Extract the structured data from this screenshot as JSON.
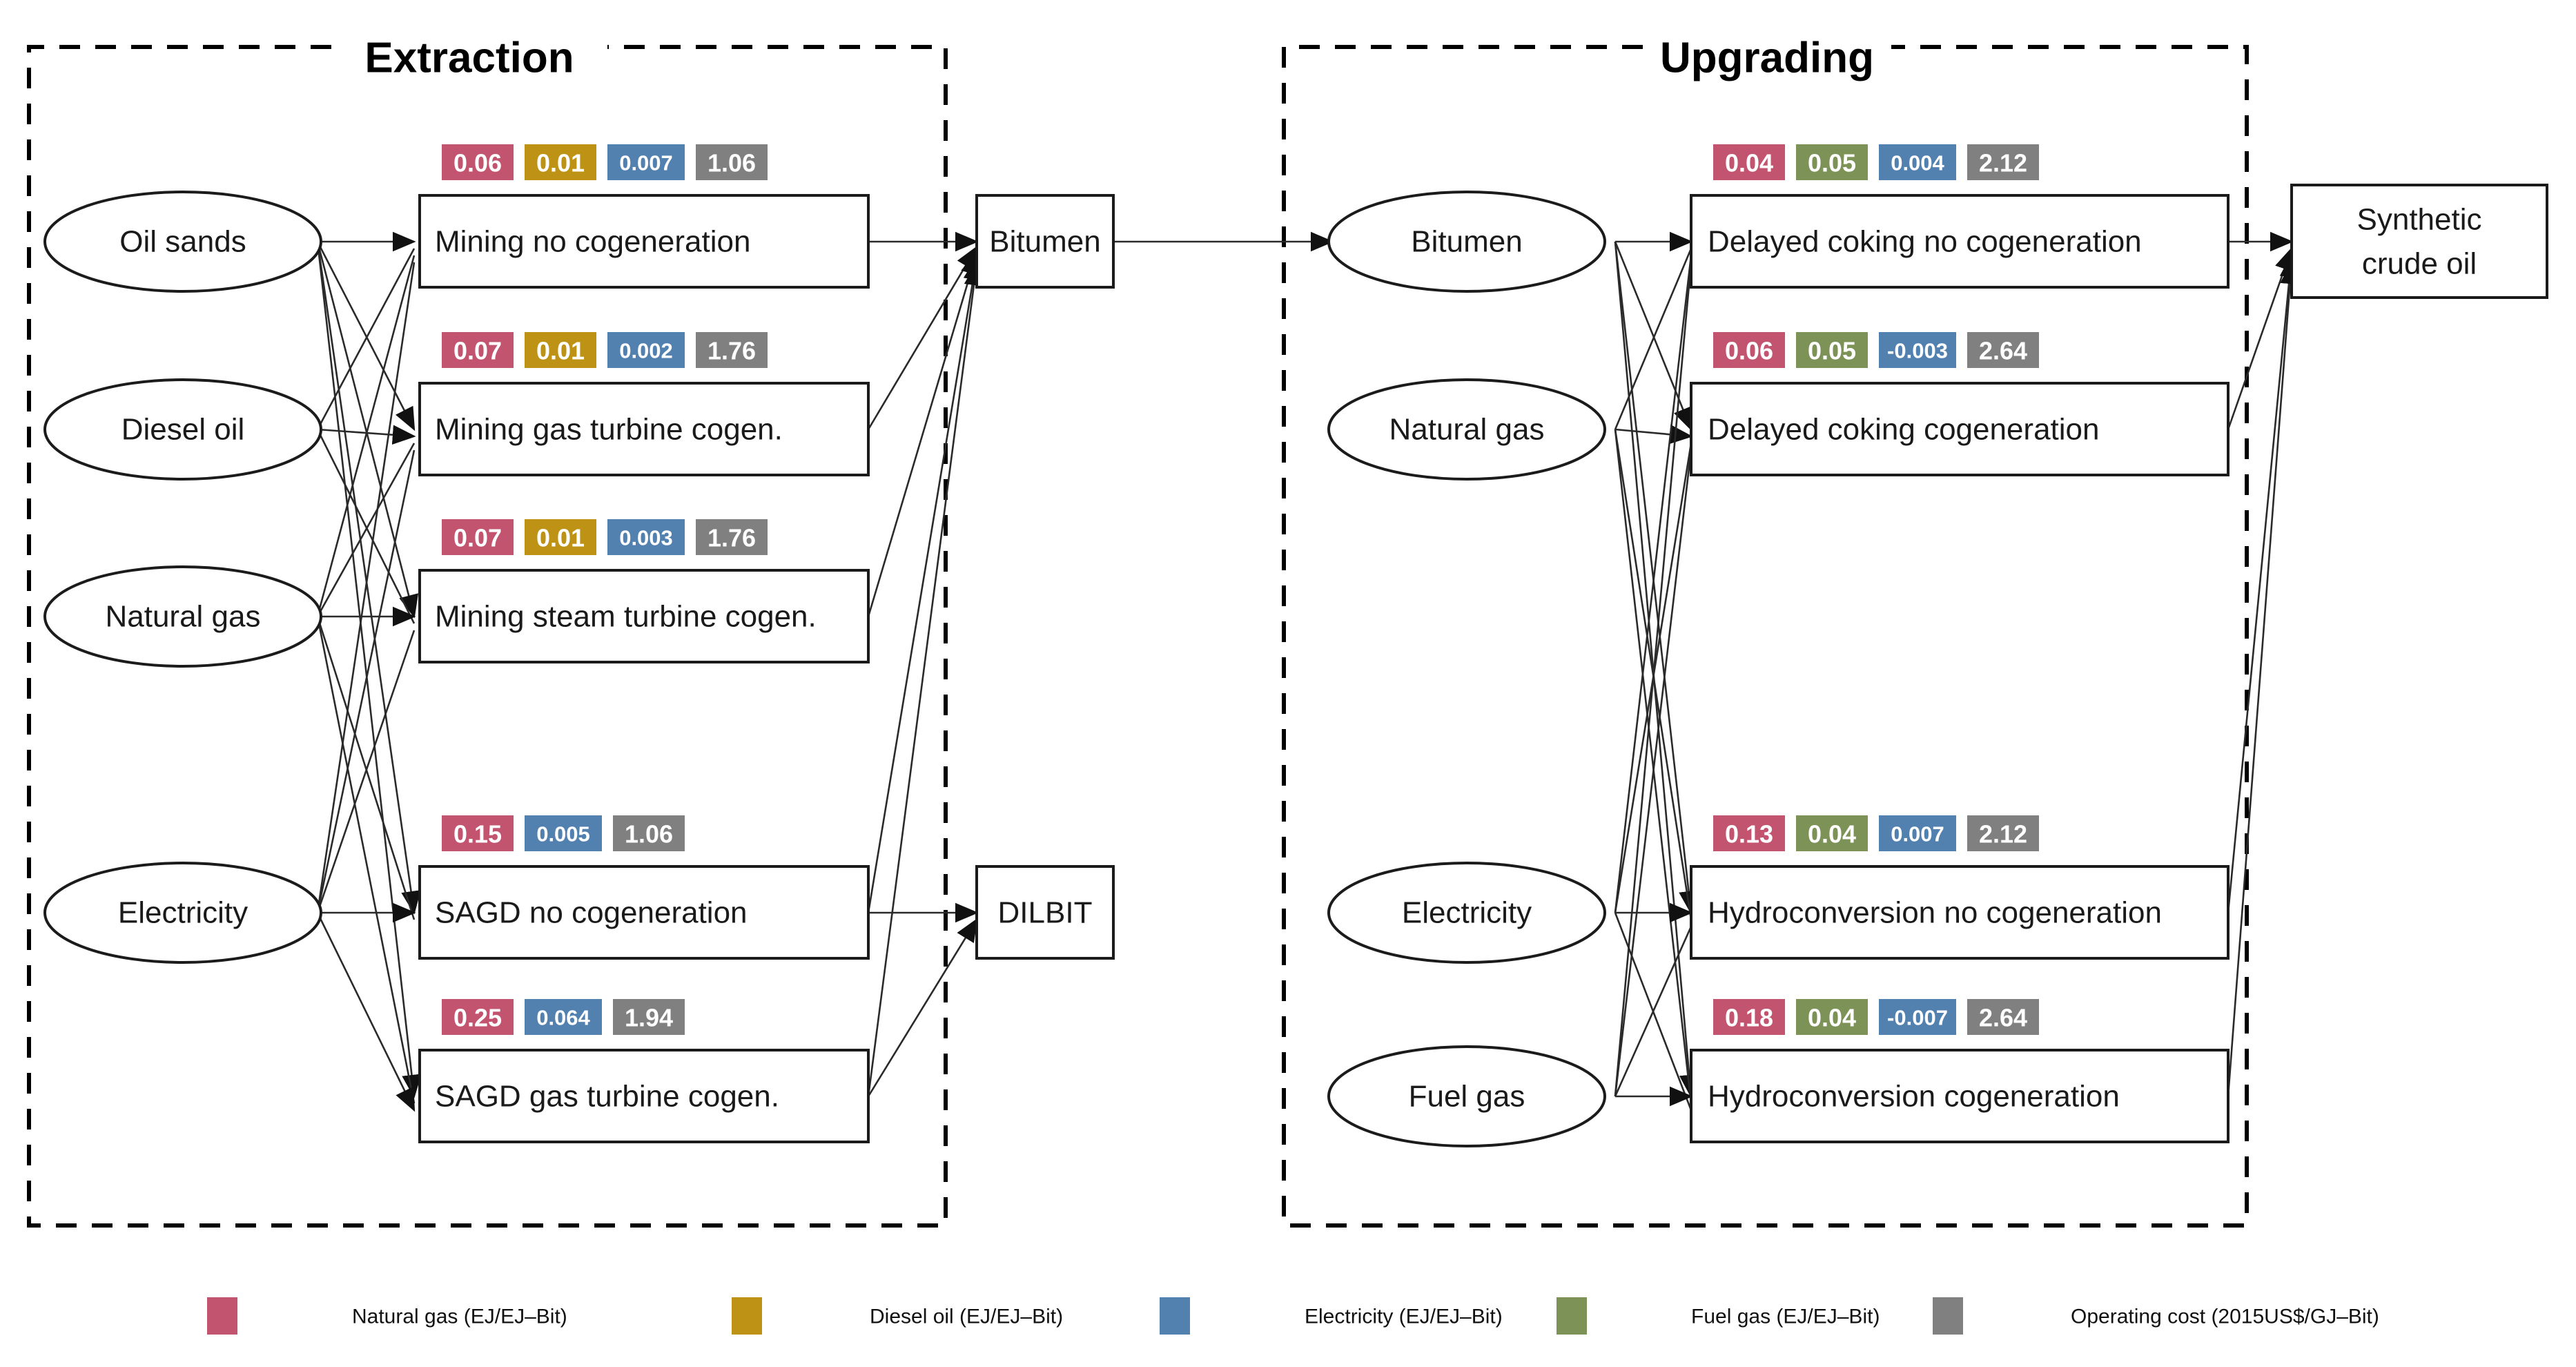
{
  "sections": {
    "extraction": {
      "title": "Extraction"
    },
    "upgrading": {
      "title": "Upgrading"
    }
  },
  "colors": {
    "natural_gas": "#C2546F",
    "diesel_oil": "#BD9215",
    "electricity": "#5281B0",
    "fuel_gas": "#7D9256",
    "operating_cost": "#808080"
  },
  "extraction": {
    "inputs": [
      {
        "label": "Oil sands"
      },
      {
        "label": "Diesel oil"
      },
      {
        "label": "Natural gas"
      },
      {
        "label": "Electricity"
      }
    ],
    "processes": [
      {
        "label": "Mining no cogeneration",
        "badges": [
          {
            "key": "natural_gas",
            "value": "0.06"
          },
          {
            "key": "diesel_oil",
            "value": "0.01"
          },
          {
            "key": "electricity",
            "value": "0.007"
          },
          {
            "key": "operating_cost",
            "value": "1.06"
          }
        ]
      },
      {
        "label": "Mining gas turbine cogen.",
        "badges": [
          {
            "key": "natural_gas",
            "value": "0.07"
          },
          {
            "key": "diesel_oil",
            "value": "0.01"
          },
          {
            "key": "electricity",
            "value": "0.002"
          },
          {
            "key": "operating_cost",
            "value": "1.76"
          }
        ]
      },
      {
        "label": "Mining steam turbine cogen.",
        "badges": [
          {
            "key": "natural_gas",
            "value": "0.07"
          },
          {
            "key": "diesel_oil",
            "value": "0.01"
          },
          {
            "key": "electricity",
            "value": "0.003"
          },
          {
            "key": "operating_cost",
            "value": "1.76"
          }
        ]
      },
      {
        "label": "SAGD no cogeneration",
        "badges": [
          {
            "key": "natural_gas",
            "value": "0.15"
          },
          {
            "key": "electricity",
            "value": "0.005"
          },
          {
            "key": "operating_cost",
            "value": "1.06"
          }
        ]
      },
      {
        "label": "SAGD gas turbine cogen.",
        "badges": [
          {
            "key": "natural_gas",
            "value": "0.25"
          },
          {
            "key": "electricity",
            "value": "0.064"
          },
          {
            "key": "operating_cost",
            "value": "1.94"
          }
        ]
      }
    ],
    "outputs": [
      {
        "label": "Bitumen"
      },
      {
        "label": "DILBIT"
      }
    ]
  },
  "upgrading": {
    "inputs": [
      {
        "label": "Bitumen"
      },
      {
        "label": "Natural gas"
      },
      {
        "label": "Electricity"
      },
      {
        "label": "Fuel gas"
      }
    ],
    "processes": [
      {
        "label": "Delayed coking no cogeneration",
        "badges": [
          {
            "key": "natural_gas",
            "value": "0.04"
          },
          {
            "key": "fuel_gas",
            "value": "0.05"
          },
          {
            "key": "electricity",
            "value": "0.004"
          },
          {
            "key": "operating_cost",
            "value": "2.12"
          }
        ]
      },
      {
        "label": "Delayed coking cogeneration",
        "badges": [
          {
            "key": "natural_gas",
            "value": "0.06"
          },
          {
            "key": "fuel_gas",
            "value": "0.05"
          },
          {
            "key": "electricity",
            "value": "-0.003"
          },
          {
            "key": "operating_cost",
            "value": "2.64"
          }
        ]
      },
      {
        "label": "Hydroconversion no cogeneration",
        "badges": [
          {
            "key": "natural_gas",
            "value": "0.13"
          },
          {
            "key": "fuel_gas",
            "value": "0.04"
          },
          {
            "key": "electricity",
            "value": "0.007"
          },
          {
            "key": "operating_cost",
            "value": "2.12"
          }
        ]
      },
      {
        "label": "Hydroconversion cogeneration",
        "badges": [
          {
            "key": "natural_gas",
            "value": "0.18"
          },
          {
            "key": "fuel_gas",
            "value": "0.04"
          },
          {
            "key": "electricity",
            "value": "-0.007"
          },
          {
            "key": "operating_cost",
            "value": "2.64"
          }
        ]
      }
    ],
    "outputs": [
      {
        "label": "Synthetic crude oil",
        "line1": "Synthetic",
        "line2": "crude oil"
      }
    ]
  },
  "legend": {
    "items": [
      {
        "key": "natural_gas",
        "label": "Natural gas (EJ/EJ–Bit)",
        "color": "#C2546F"
      },
      {
        "key": "diesel_oil",
        "label": "Diesel oil (EJ/EJ–Bit)",
        "color": "#BD9215"
      },
      {
        "key": "electricity",
        "label": "Electricity (EJ/EJ–Bit)",
        "color": "#5281B0"
      },
      {
        "key": "fuel_gas",
        "label": "Fuel gas (EJ/EJ–Bit)",
        "color": "#7D9256"
      },
      {
        "key": "operating_cost",
        "label": "Operating cost (2015US$/GJ–Bit)",
        "color": "#808080"
      }
    ]
  }
}
